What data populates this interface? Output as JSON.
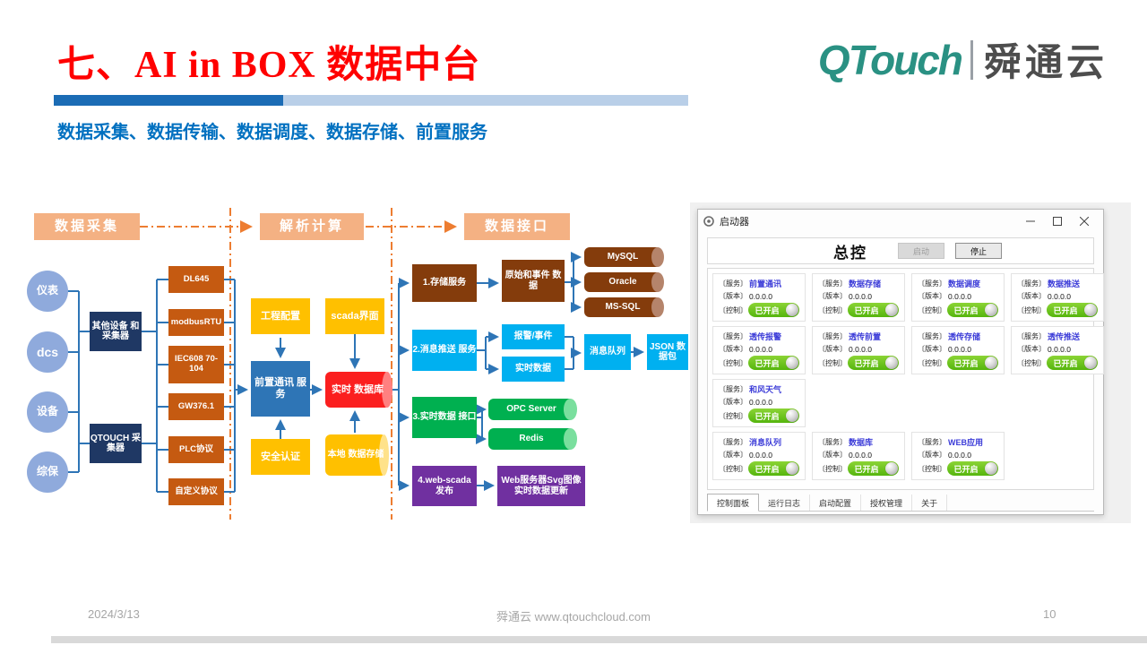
{
  "slide": {
    "title": "七、AI in BOX 数据中台",
    "subtitle": "数据采集、数据传输、数据调度、数据存储、前置服务"
  },
  "brand": {
    "name": "QTouch",
    "cn": "舜通云"
  },
  "diagram": {
    "stage_headers": [
      "数据采集",
      "解析计算",
      "数据接口"
    ],
    "sources": [
      "仪表",
      "dcs",
      "设备",
      "综保"
    ],
    "collectors": [
      "其他设备 和采集器",
      "QTOUCH 采集器"
    ],
    "protocols": [
      "DL645",
      "modbusRTU",
      "IEC608 70-104",
      "GW376.1",
      "PLC协议",
      "自定义协议"
    ],
    "parse": {
      "config": "工程配置",
      "scada": "scada界面",
      "frontcomm": "前置通讯 服务",
      "rtdb": "实时 数据库",
      "security": "安全认证",
      "localstore": "本地 数据存储"
    },
    "iface": {
      "s1": "1.存储服务",
      "s1_target": "原始和事件 数据",
      "dbs": [
        "MySQL",
        "Oracle",
        "MS-SQL"
      ],
      "s2": "2.消息推送 服务",
      "s2_alarm": "报警/事件",
      "s2_rt": "实时数据",
      "queue": "消息队列",
      "json": "JSON 数据包",
      "s3": "3.实时数据 接口",
      "s3_targets": [
        "OPC Server",
        "Redis"
      ],
      "s4": "4.web-scada 发布",
      "s4_target": "Web服务器Svg图像 实时数据更新"
    }
  },
  "launcher": {
    "window_title": "启动器",
    "master": {
      "title": "总控",
      "start": "启动",
      "stop": "停止"
    },
    "labels": {
      "service": "〔服务〕",
      "version": "〔版本〕",
      "control": "〔控制〕",
      "on": "已开启"
    },
    "cards": [
      {
        "name": "前置通讯",
        "version": "0.0.0.0"
      },
      {
        "name": "数据存储",
        "version": "0.0.0.0"
      },
      {
        "name": "数据调度",
        "version": "0.0.0.0"
      },
      {
        "name": "数据推送",
        "version": "0.0.0.0"
      },
      {
        "name": "透传报警",
        "version": "0.0.0.0"
      },
      {
        "name": "透传前置",
        "version": "0.0.0.0"
      },
      {
        "name": "透传存储",
        "version": "0.0.0.0"
      },
      {
        "name": "透传推送",
        "version": "0.0.0.0"
      },
      {
        "name": "和风天气",
        "version": "0.0.0.0"
      },
      {
        "name": "消息队列",
        "version": "0.0.0.0"
      },
      {
        "name": "数据库",
        "version": "0.0.0.0"
      },
      {
        "name": "WEB应用",
        "version": "0.0.0.0"
      }
    ],
    "tabs": [
      "控制面板",
      "运行日志",
      "启动配置",
      "授权管理",
      "关于"
    ]
  },
  "footer": {
    "date": "2024/3/13",
    "center": "舜通云 www.qtouchcloud.com",
    "page": "10"
  },
  "colors": {
    "title_red": "#ff0000",
    "subtitle_blue": "#0070c0",
    "brand_teal": "#2a9183",
    "header_peach": "#f4b183",
    "source_blue": "#8faadc",
    "navy": "#1f3864",
    "protocol_orange": "#c55a11",
    "yellow": "#ffc000",
    "service_blue": "#2e75b6",
    "rtdb_red": "#fb1f1f",
    "brown": "#843c0c",
    "cyan": "#00b0f0",
    "green": "#00b050",
    "purple": "#7030a0",
    "wire_blue": "#2e75b6",
    "dash_orange": "#ed7d31",
    "toggle_green": "#62bd19"
  }
}
